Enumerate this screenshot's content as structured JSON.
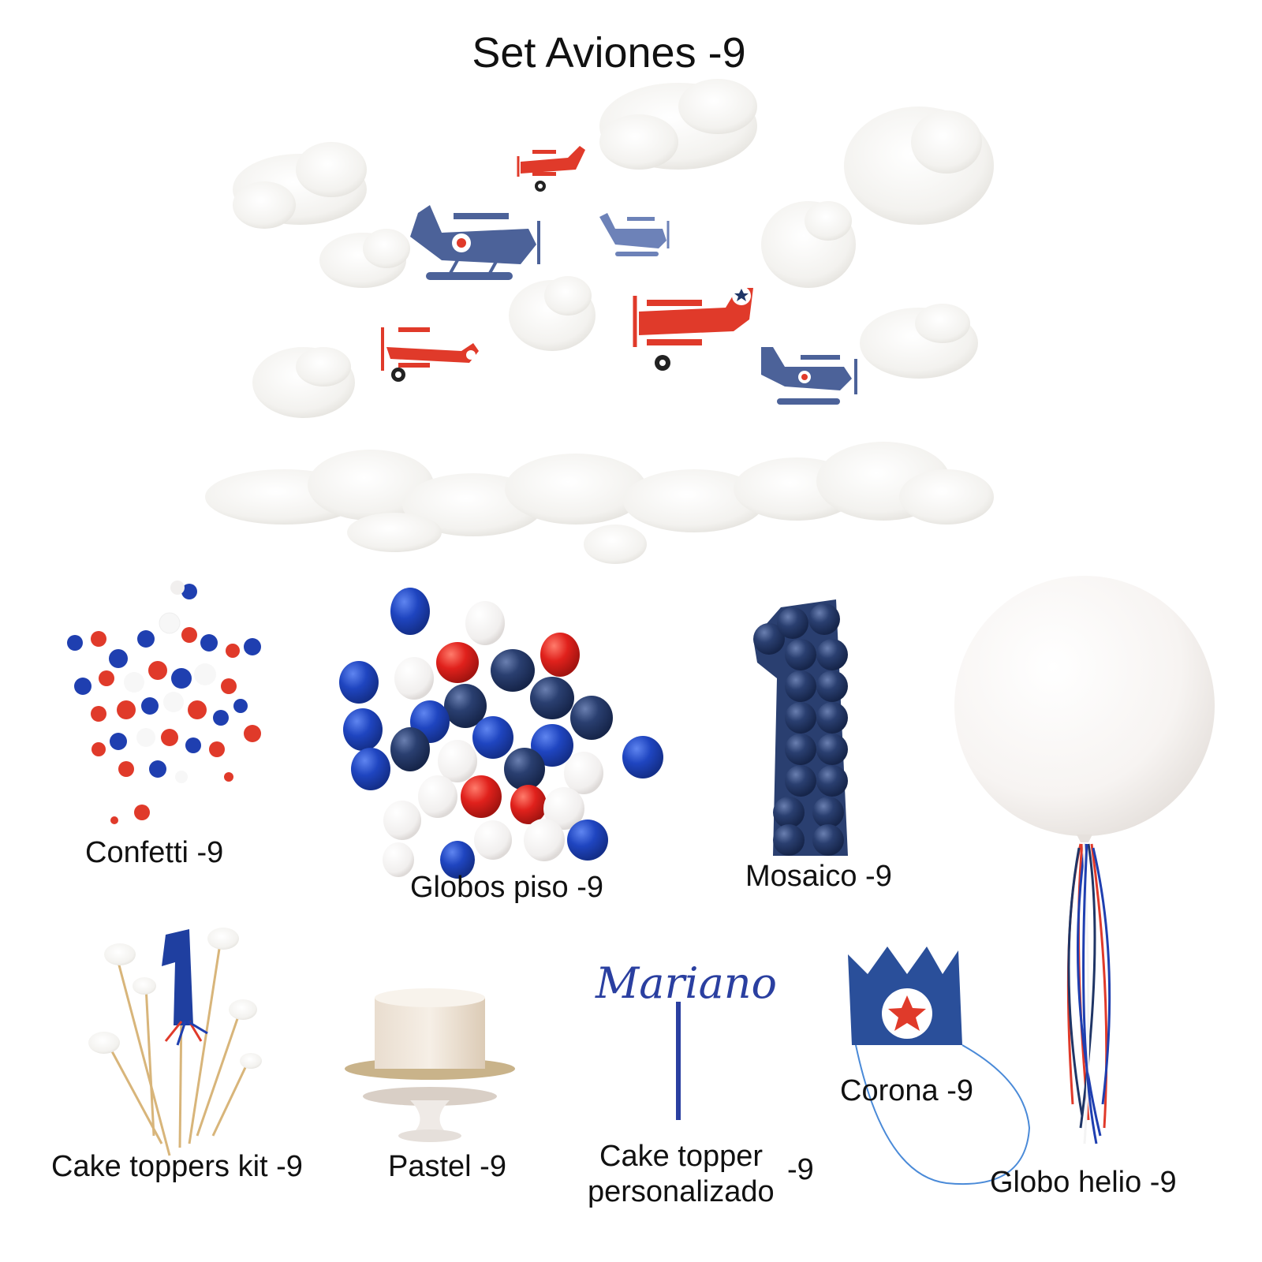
{
  "title": "Set Aviones -9",
  "items": {
    "confetti": "Confetti -9",
    "globos_piso": "Globos piso -9",
    "mosaico": "Mosaico -9",
    "cake_toppers_kit": "Cake toppers kit -9",
    "pastel": "Pastel -9",
    "cake_topper_line1": "Cake topper",
    "cake_topper_line2": "personalizado",
    "cake_topper_suffix": "-9",
    "corona": "Corona -9",
    "globo_helio": "Globo helio -9"
  },
  "topper_name": "Mariano",
  "colors": {
    "red": "#e03a2a",
    "navy": "#1f3566",
    "slate_blue": "#4c6299",
    "royal_blue": "#1f3fb0",
    "cloud": "#f2f1ee"
  }
}
